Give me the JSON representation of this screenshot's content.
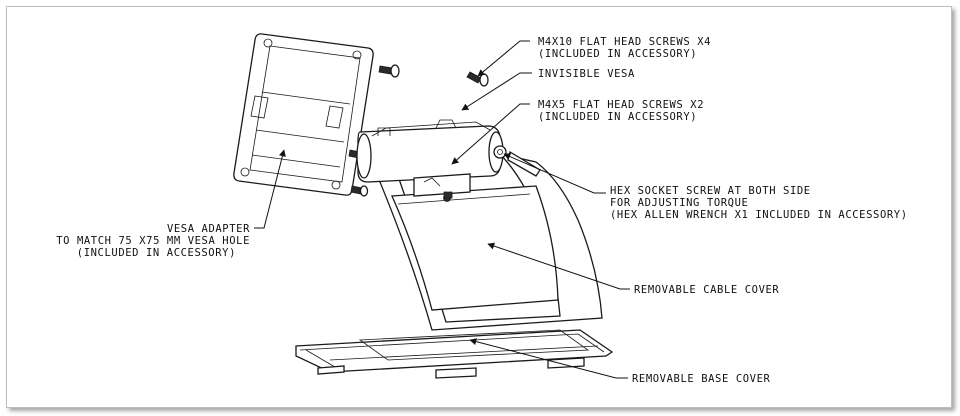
{
  "callouts": {
    "screws_m4x10": {
      "line1": "M4X10 FLAT HEAD SCREWS X4",
      "line2": "(INCLUDED IN ACCESSORY)"
    },
    "invisible_vesa": {
      "line1": "INVISIBLE VESA"
    },
    "screws_m4x5": {
      "line1": "M4X5 FLAT HEAD SCREWS X2",
      "line2": "(INCLUDED IN ACCESSORY)"
    },
    "hex_socket": {
      "line1": "HEX SOCKET SCREW AT BOTH SIDE",
      "line2": "FOR ADJUSTING TORQUE",
      "line3": "(HEX ALLEN WRENCH X1 INCLUDED IN ACCESSORY)"
    },
    "vesa_adapter": {
      "line1": "VESA ADAPTER",
      "line2": "TO MATCH 75 X75 MM VESA HOLE",
      "line3": "(INCLUDED IN ACCESSORY)"
    },
    "cable_cover": {
      "line1": "REMOVABLE CABLE COVER"
    },
    "base_cover": {
      "line1": "REMOVABLE BASE COVER"
    }
  }
}
